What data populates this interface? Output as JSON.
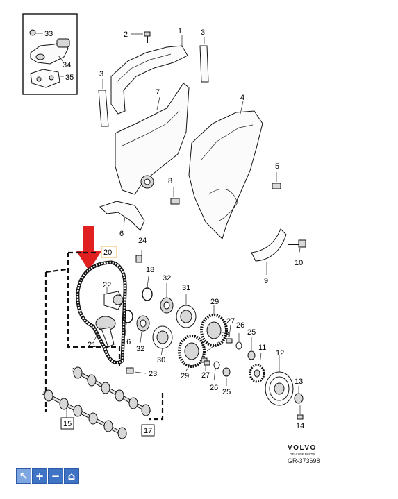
{
  "labels": {
    "p1": "1",
    "p2": "2",
    "p3a": "3",
    "p3b": "3",
    "p4": "4",
    "p5": "5",
    "p6": "6",
    "p7": "7",
    "p8": "8",
    "p9": "9",
    "p10": "10",
    "p11": "11",
    "p12": "12",
    "p13": "13",
    "p14": "14",
    "p15": "15",
    "p16": "16",
    "p17": "17",
    "p18": "18",
    "p20": "20",
    "p21": "21",
    "p22": "22",
    "p23": "23",
    "p24": "24",
    "p25a": "25",
    "p25b": "25",
    "p26a": "26",
    "p26b": "26",
    "p27a": "27",
    "p27b": "27",
    "p28": "28",
    "p29a": "29",
    "p29b": "29",
    "p30": "30",
    "p31": "31",
    "p32a": "32",
    "p32b": "32",
    "p33": "33",
    "p34": "34",
    "p35": "35"
  },
  "brand": {
    "name": "VOLVO",
    "tagline": "GENUINE PARTS"
  },
  "reference": "GR-373698",
  "colors": {
    "arrow": "#e02020",
    "highlight_box": "#f0c070",
    "toolbar": "#3f73c6"
  },
  "toolbar": {
    "buttons": [
      {
        "icon": "pointer-icon",
        "glyph": "↖"
      },
      {
        "icon": "zoom-in-icon",
        "glyph": "+"
      },
      {
        "icon": "zoom-out-icon",
        "glyph": "−"
      },
      {
        "icon": "home-icon",
        "glyph": "⌂"
      }
    ]
  }
}
